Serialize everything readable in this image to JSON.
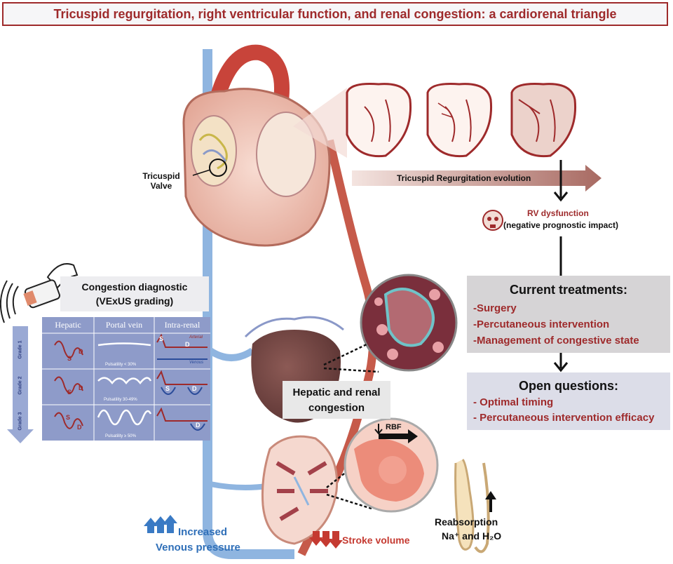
{
  "title": "Tricuspid regurgitation, right ventricular function, and renal congestion: a cardiorenal triangle",
  "labels": {
    "tricuspid_valve_line1": "Tricuspid",
    "tricuspid_valve_line2": "Valve",
    "tr_evolution": "Tricuspid Regurgitation evolution",
    "rv_dysfunction": "RV dysfunction",
    "rv_prognosis": "(negative prognostic impact)",
    "congestion_line1": "Hepatic and renal",
    "congestion_line2": "congestion",
    "rbf": "RBF",
    "reabsorption": "Reabsorption",
    "na_h2o": "Na⁺ and H₂O",
    "increased": "Increased",
    "venous_pressure": "Venous pressure",
    "stroke_volume": "Stroke volume"
  },
  "treatments": {
    "heading": "Current treatments:",
    "items": [
      "-Surgery",
      "-Percutaneous intervention",
      "-Management of congestive state"
    ]
  },
  "open_questions": {
    "heading": "Open questions:",
    "items": [
      "- Optimal timing",
      "- Percutaneous intervention efficacy"
    ]
  },
  "vexus": {
    "heading_line1": "Congestion diagnostic",
    "heading_line2": "(VExUS grading)",
    "columns": [
      "Hepatic",
      "Portal vein",
      "Intra-renal"
    ],
    "grades": [
      "Grade 1",
      "Grade 2",
      "Grade 3"
    ],
    "pulsatility": [
      "Pulsatility < 30%",
      "Pulsatility 30-49%",
      "Pulsatility ≥ 50%"
    ],
    "wave_s": "S",
    "wave_d": "D",
    "arterial": "Arterial",
    "venous": "Venous"
  },
  "colors": {
    "accent_red": "#9e2a2b",
    "vein_blue": "#8fb5e0",
    "artery_red": "#c65a4a",
    "grid_blue": "#8e9bc9",
    "treatment_grey": "#d6d4d6",
    "question_blue": "#dcdde8"
  }
}
